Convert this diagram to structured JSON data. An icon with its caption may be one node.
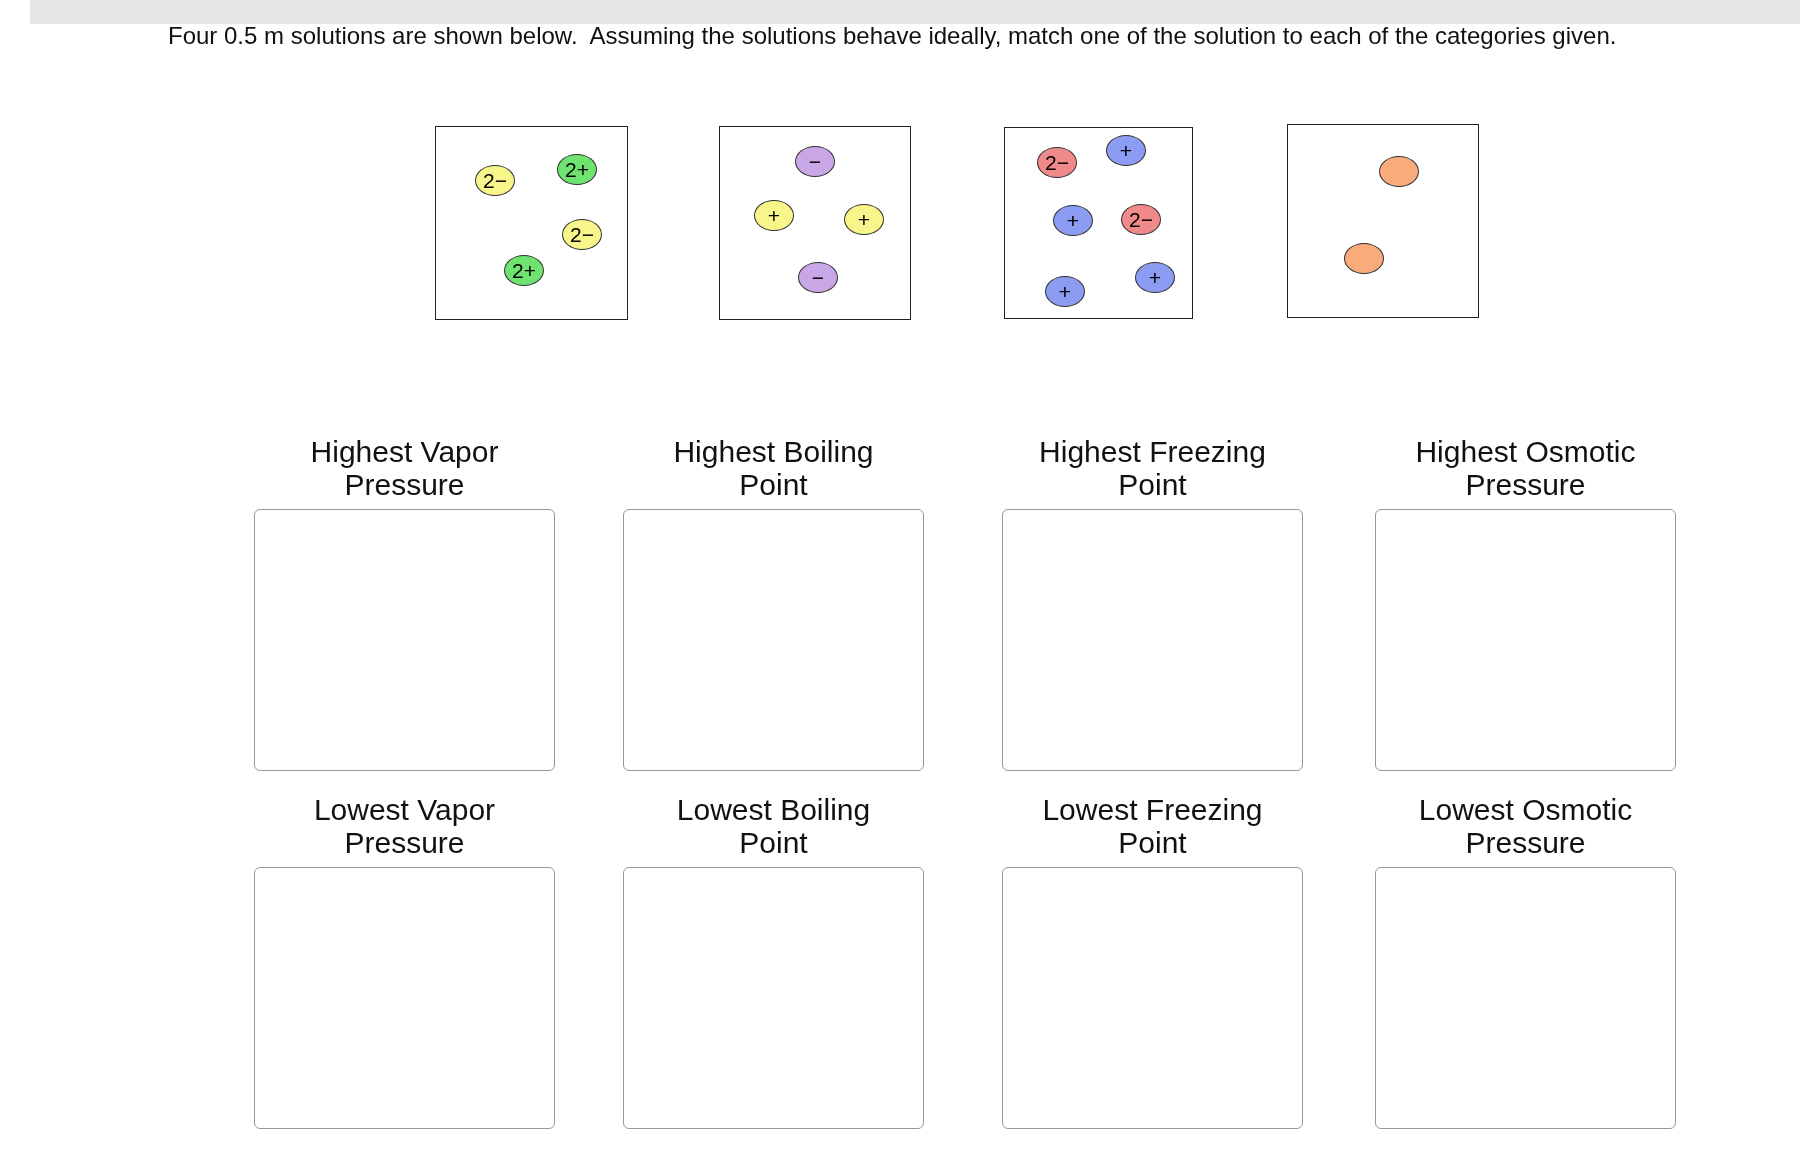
{
  "diagram": {
    "title": "Four 0.5 m solutions are shown below.  Assuming the solutions behave ideally, match one of the solution to each of the categories given.",
    "nodes": [
      {
        "text": [],
        "shape": "box"
      },
      {
        "text": [
          "2−"
        ],
        "in": 0
      },
      {
        "text": [
          "2+"
        ],
        "in": 0
      },
      {
        "text": [
          "2−"
        ],
        "in": 0
      },
      {
        "text": [
          "2+"
        ],
        "in": 0
      },
      {
        "text": [],
        "shape": "box"
      },
      {
        "text": [
          "−"
        ],
        "in": 5
      },
      {
        "text": [
          "+"
        ],
        "in": 5
      },
      {
        "text": [
          "+"
        ],
        "in": 5
      },
      {
        "text": [
          "−"
        ],
        "in": 5
      },
      {
        "text": [],
        "shape": "box"
      },
      {
        "text": [
          "2−"
        ],
        "in": 10
      },
      {
        "text": [
          "+"
        ],
        "in": 10
      },
      {
        "text": [
          "+"
        ],
        "in": 10
      },
      {
        "text": [
          "2−"
        ],
        "in": 10
      },
      {
        "text": [
          "+"
        ],
        "in": 10
      },
      {
        "text": [
          "+"
        ],
        "in": 10
      },
      {
        "text": [],
        "shape": "box"
      },
      {
        "text": [],
        "shape": "circle",
        "in": 17
      },
      {
        "text": [],
        "shape": "circle",
        "in": 17
      },
      {
        "text": [
          "Highest Vapor Pressure"
        ]
      },
      {
        "text": [
          "Highest Boiling Point"
        ]
      },
      {
        "text": [
          "Highest Freezing Point"
        ]
      },
      {
        "text": [
          "Highest Osmotic Pressure"
        ]
      },
      {
        "text": [
          "Lowest Vapor Pressure"
        ]
      },
      {
        "text": [
          "Lowest Boiling Point"
        ]
      },
      {
        "text": [
          "Lowest Freezing Point"
        ]
      },
      {
        "text": [
          "Lowest Osmotic Pressure"
        ]
      }
    ]
  }
}
